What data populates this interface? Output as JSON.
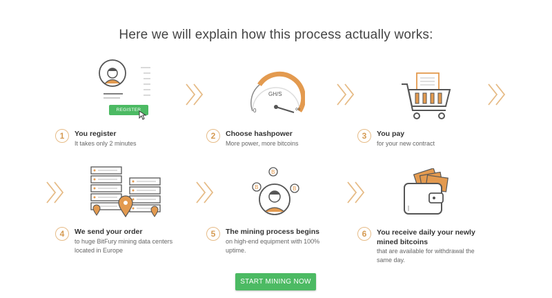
{
  "headline": "Here we will explain how this process actually works:",
  "register_button_label": "REGISTER",
  "gauge": {
    "unit": "GH/S",
    "min": "0",
    "max": "∞"
  },
  "steps": [
    {
      "number": "1",
      "title": "You register",
      "description": "It takes only 2 minutes"
    },
    {
      "number": "2",
      "title": "Choose hashpower",
      "description": "More power, more bitcoins"
    },
    {
      "number": "3",
      "title": "You pay",
      "description": "for your new contract"
    },
    {
      "number": "4",
      "title": "We send your order",
      "description": "to huge BitFury mining data centers located in Europe"
    },
    {
      "number": "5",
      "title": "The mining process begins",
      "description": "on high-end equipment with 100% uptime."
    },
    {
      "number": "6",
      "title": "You receive daily your newly mined bitcoins",
      "description": "that are available for withdrawal the same day."
    }
  ],
  "cta_label": "START MINING NOW",
  "colors": {
    "accent": "#e6bb86",
    "icon_stroke": "#555555",
    "green": "#4cba63",
    "gauge": "#e39a4f"
  }
}
